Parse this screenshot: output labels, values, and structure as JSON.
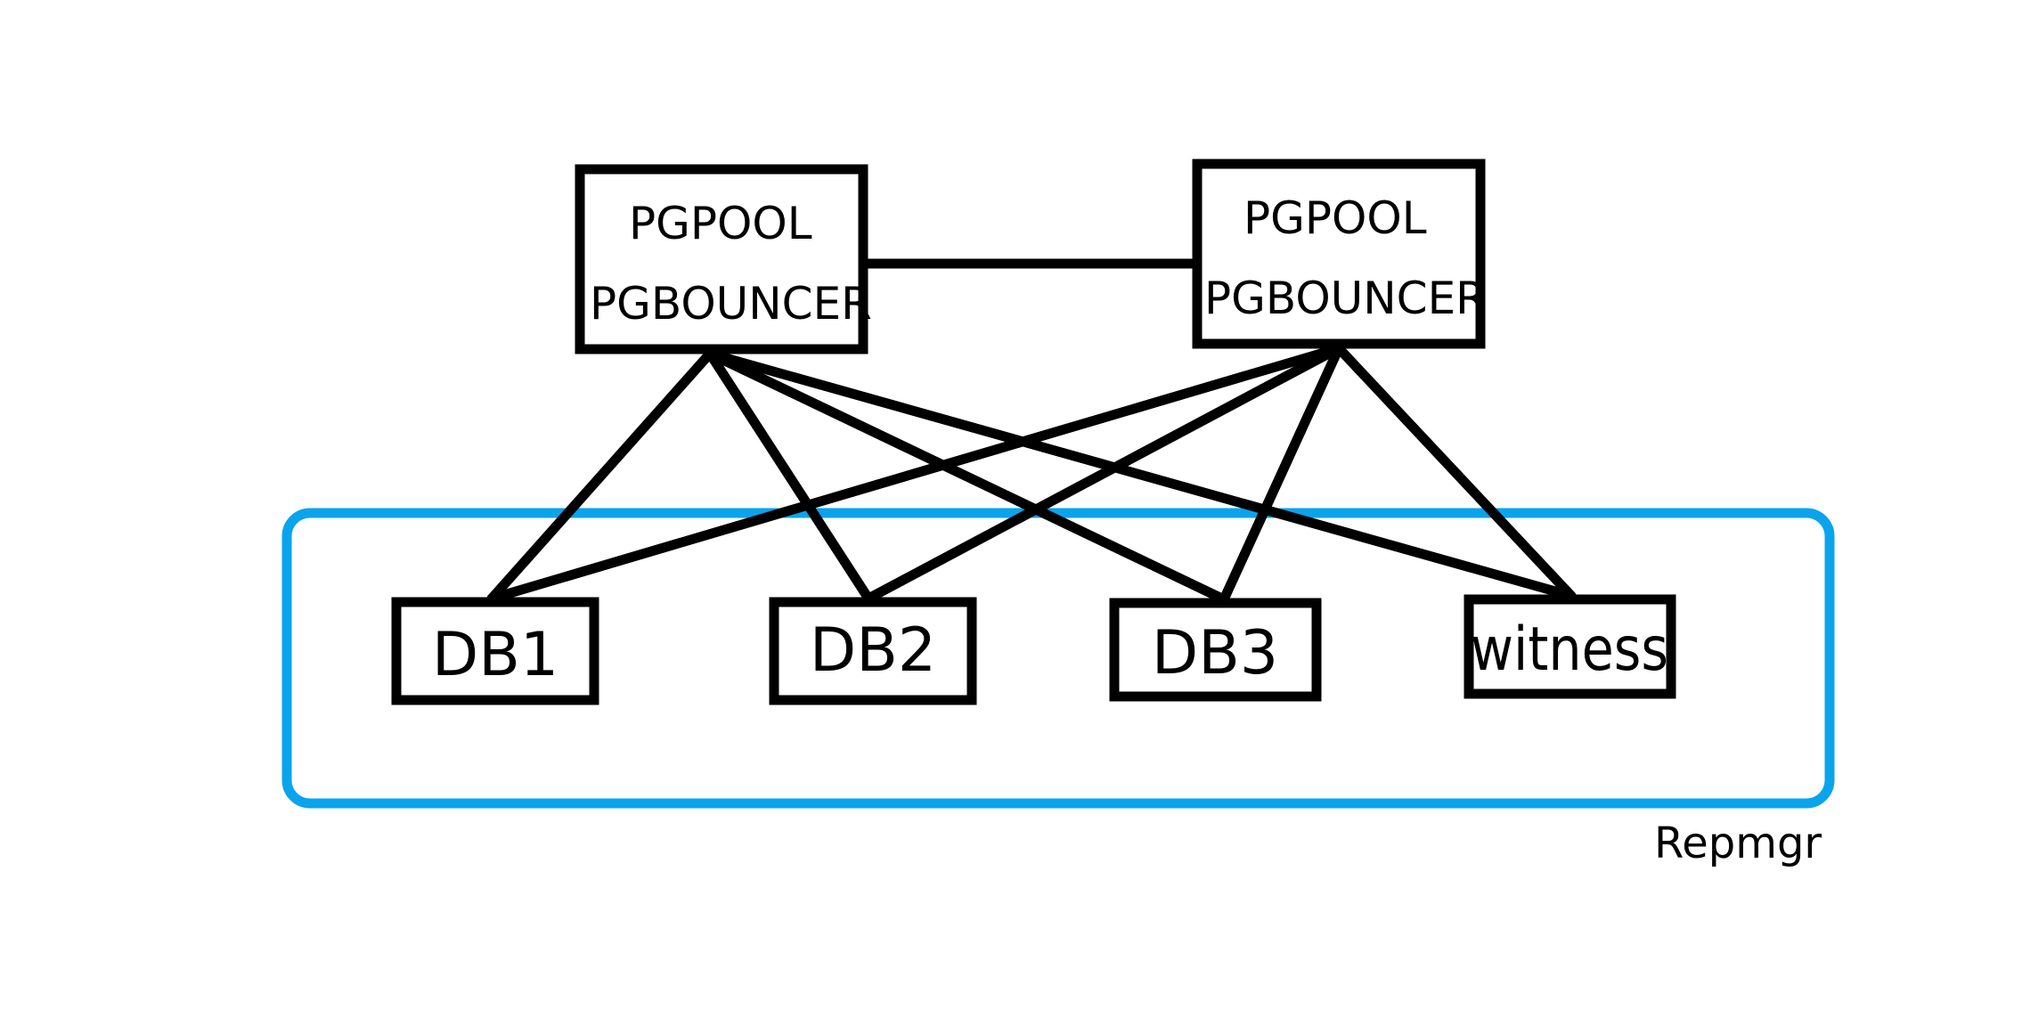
{
  "colors": {
    "group_border": "#0aa4ec",
    "node_border": "#000000",
    "background": "#ffffff"
  },
  "group": {
    "label": "Repmgr"
  },
  "pool_nodes": [
    {
      "id": "pool-left",
      "line1": "PGPOOL",
      "line2": "PGBOUNCER"
    },
    {
      "id": "pool-right",
      "line1": "PGPOOL",
      "line2": "PGBOUNCER"
    }
  ],
  "db_nodes": [
    {
      "id": "db1",
      "label": "DB1"
    },
    {
      "id": "db2",
      "label": "DB2"
    },
    {
      "id": "db3",
      "label": "DB3"
    },
    {
      "id": "witness",
      "label": "witness"
    }
  ],
  "edges": [
    {
      "from": "pool-left",
      "to": "pool-right"
    },
    {
      "from": "pool-left",
      "to": "db1"
    },
    {
      "from": "pool-left",
      "to": "db2"
    },
    {
      "from": "pool-left",
      "to": "db3"
    },
    {
      "from": "pool-left",
      "to": "witness"
    },
    {
      "from": "pool-right",
      "to": "db1"
    },
    {
      "from": "pool-right",
      "to": "db2"
    },
    {
      "from": "pool-right",
      "to": "db3"
    },
    {
      "from": "pool-right",
      "to": "witness"
    }
  ]
}
